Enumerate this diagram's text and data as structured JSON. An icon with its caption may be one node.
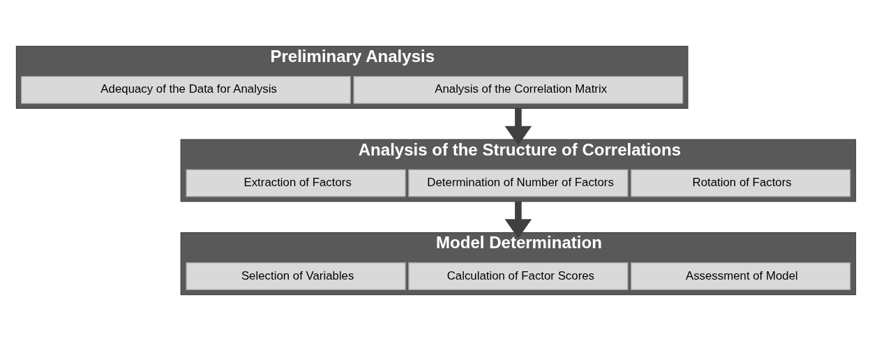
{
  "diagram": {
    "nodes": [
      {
        "text": [
          "Preliminary Analysis"
        ]
      },
      {
        "text": [
          "Adequacy of the Data for Analysis"
        ],
        "in": 0
      },
      {
        "text": [
          "Analysis of the Correlation Matrix"
        ],
        "in": 0
      },
      {
        "text": [
          "Analysis of the Structure of Correlations"
        ]
      },
      {
        "text": [
          "Extraction of Factors"
        ],
        "in": 3
      },
      {
        "text": [
          "Determination of Number of Factors"
        ],
        "in": 3
      },
      {
        "text": [
          "Rotation of Factors"
        ],
        "in": 3
      },
      {
        "text": [
          "Model Determination"
        ]
      },
      {
        "text": [
          "Selection of Variables"
        ],
        "in": 7
      },
      {
        "text": [
          "Calculation of Factor Scores"
        ],
        "in": 7
      },
      {
        "text": [
          "Assessment of Model"
        ],
        "in": 7
      }
    ],
    "edges": [
      {
        "from": 0,
        "to": 3,
        "arrow": "to"
      },
      {
        "from": 3,
        "to": 7,
        "arrow": "to"
      }
    ]
  }
}
